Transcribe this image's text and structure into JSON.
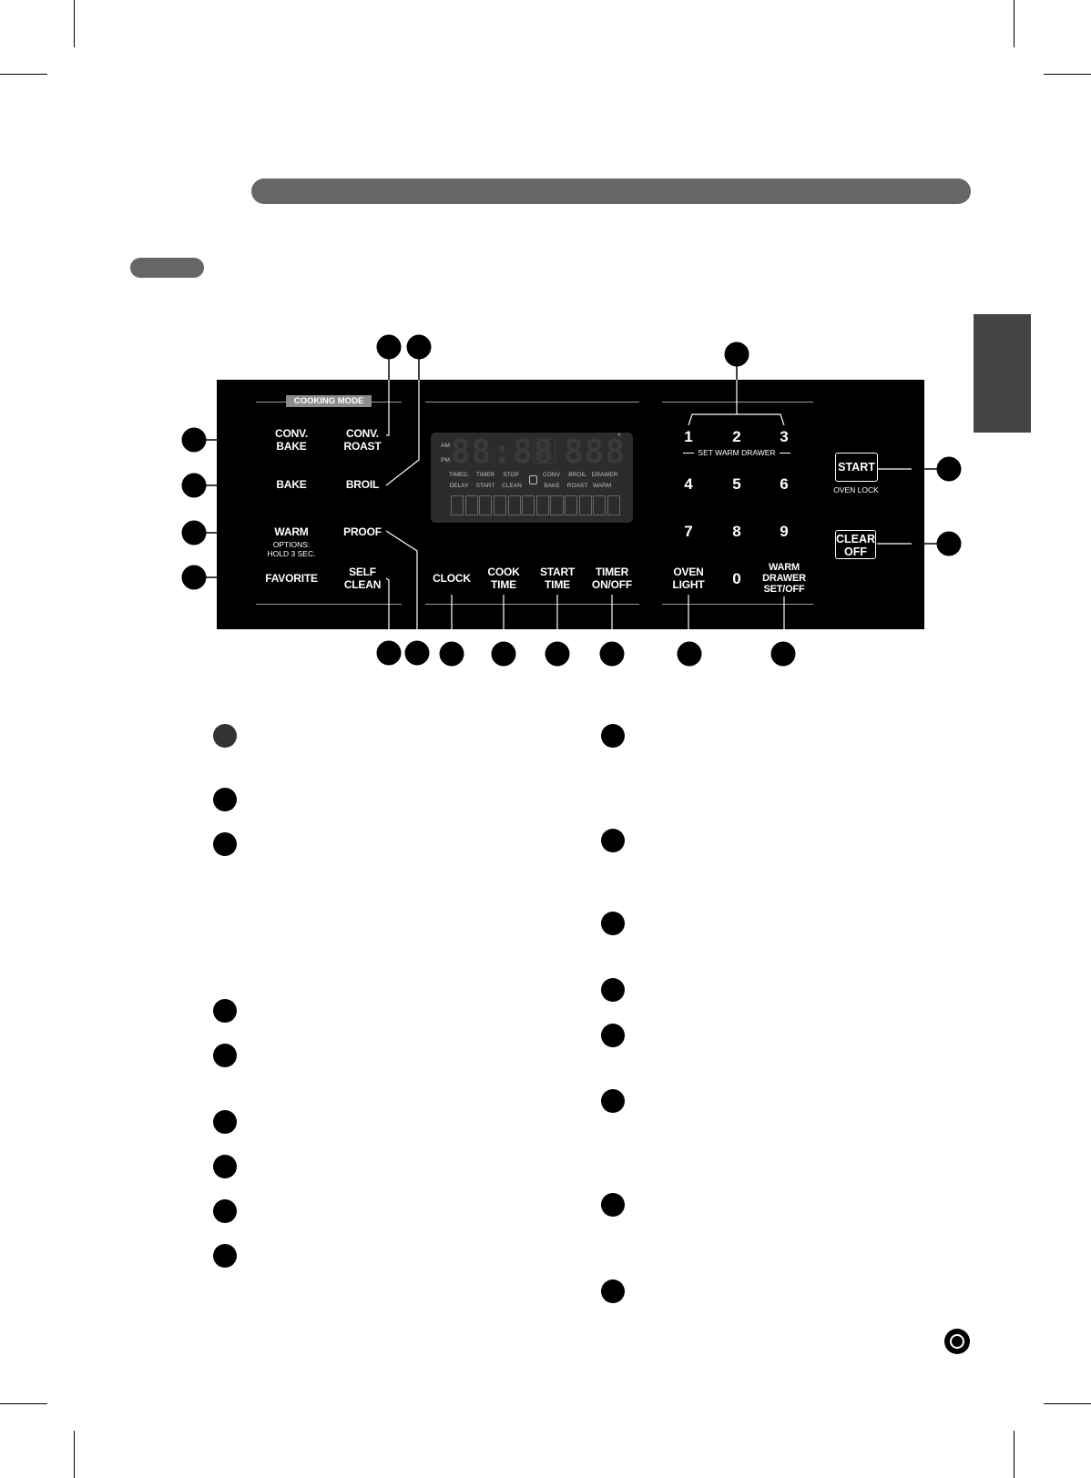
{
  "panel": {
    "cooking_mode_label": "COOKING MODE",
    "mode_buttons": {
      "conv_bake": "CONV.\nBAKE",
      "conv_roast": "CONV.\nROAST",
      "bake": "BAKE",
      "broil": "BROIL",
      "warm": "WARM",
      "warm_options": "OPTIONS:\nHOLD 3 SEC.",
      "proof": "PROOF",
      "favorite": "FAVORITE",
      "self_clean": "SELF\nCLEAN"
    },
    "timer_buttons": {
      "clock": "CLOCK",
      "cook_time": "COOK\nTIME",
      "start_time": "START\nTIME",
      "timer_on_off": "TIMER\nON/OFF"
    },
    "keypad": {
      "k1": "1",
      "k2": "2",
      "k3": "3",
      "k4": "4",
      "k5": "5",
      "k6": "6",
      "k7": "7",
      "k8": "8",
      "k9": "9",
      "k0": "0",
      "set_warm_drawer": "SET WARM DRAWER",
      "oven_light": "OVEN\nLIGHT",
      "warm_drawer_set_off": "WARM\nDRAWER\nSET/OFF"
    },
    "control_buttons": {
      "start": "START",
      "oven_lock": "OVEN LOCK",
      "clear_off": "CLEAR\nOFF"
    },
    "display": {
      "am": "AM",
      "pm": "PM",
      "clock_digits": "88:88",
      "temp_digits": "888",
      "degree": "°",
      "timed": "TIMED.",
      "delay": "DELAY",
      "timer": "TIMER",
      "start": "START",
      "stop": "STOP",
      "clean": "CLEAN",
      "conv": "CONV.",
      "bake": "BAKE",
      "broil": "BROIL",
      "roast": "ROAST",
      "drawer": "DRAWER",
      "warm": "WARM"
    }
  }
}
